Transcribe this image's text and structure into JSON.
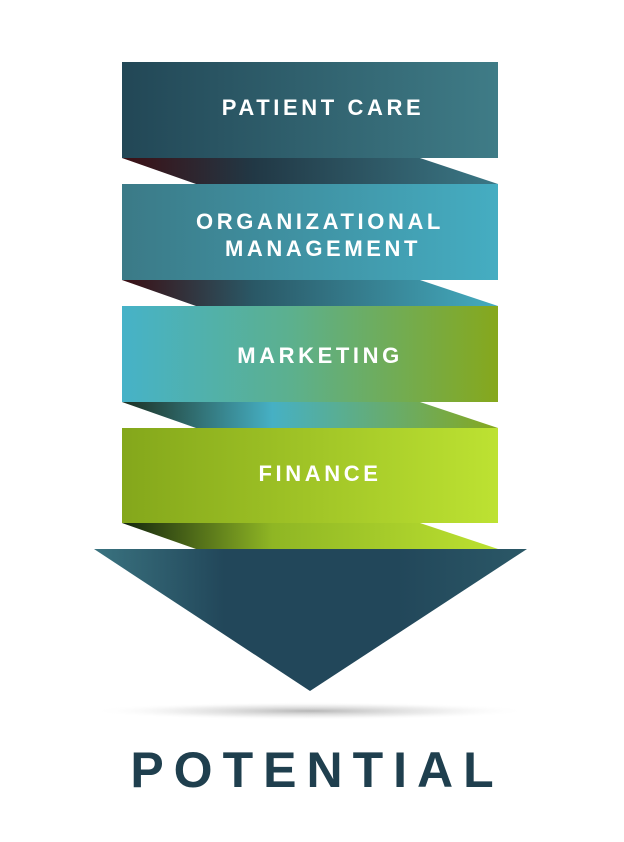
{
  "diagram": {
    "type": "funnel-arrow",
    "bands": [
      {
        "lines": [
          "PATIENT CARE"
        ],
        "color_from": "#234a59",
        "color_to": "#3e7b86"
      },
      {
        "lines": [
          "ORGANIZATIONAL",
          "MANAGEMENT"
        ],
        "color_from": "#3e7f8c",
        "color_to": "#44abc0"
      },
      {
        "lines": [
          "MARKETING"
        ],
        "color_from": "#45b1c6",
        "color_to": "#84a91c"
      },
      {
        "lines": [
          "FINANCE"
        ],
        "color_from": "#86a81e",
        "color_to": "#bce130"
      }
    ],
    "arrow_color": "#22475a",
    "footer": "POTENTIAL",
    "footer_color": "#1f3f4e"
  }
}
